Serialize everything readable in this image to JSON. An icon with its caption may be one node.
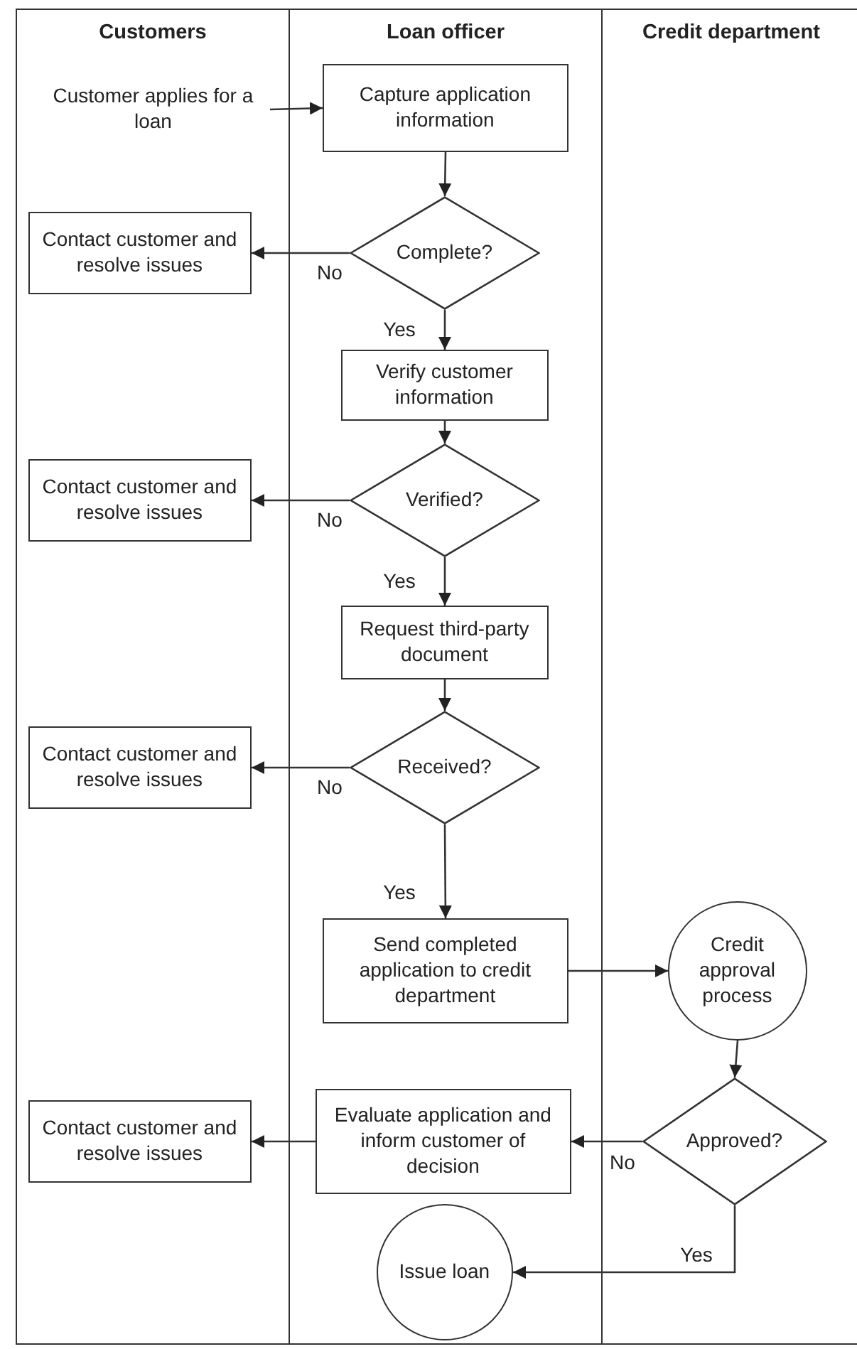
{
  "diagram": {
    "nodes": [
      {
        "text": [
          "Customers"
        ]
      },
      {
        "text": [
          "Loan officer"
        ]
      },
      {
        "text": [
          "Credit department"
        ]
      },
      {
        "text": [
          "Customer applies for a loan"
        ],
        "in": 0
      },
      {
        "text": [
          "Capture application information"
        ],
        "in": 1
      },
      {
        "text": [
          "Complete?"
        ],
        "in": 1
      },
      {
        "text": [
          "Contact customer and resolve issues"
        ],
        "in": 0
      },
      {
        "text": [
          "Verify customer information"
        ],
        "in": 1
      },
      {
        "text": [
          "Verified?"
        ],
        "in": 1
      },
      {
        "text": [
          "Contact customer and resolve issues"
        ],
        "in": 0
      },
      {
        "text": [
          "Request third-party document"
        ],
        "in": 1
      },
      {
        "text": [
          "Received?"
        ],
        "in": 1
      },
      {
        "text": [
          "Contact customer and resolve issues"
        ],
        "in": 0
      },
      {
        "text": [
          "Send completed application to credit department"
        ],
        "in": 1
      },
      {
        "text": [
          "Credit approval process"
        ],
        "in": 2
      },
      {
        "text": [
          "Approved?"
        ],
        "in": 2
      },
      {
        "text": [
          "Evaluate application and inform customer of decision"
        ],
        "in": 1
      },
      {
        "text": [
          "Contact customer and resolve issues"
        ],
        "in": 0
      },
      {
        "text": [
          "Issue loan"
        ],
        "in": 1
      }
    ],
    "edges": [
      {
        "from": 3,
        "to": 4,
        "arrow": "to"
      },
      {
        "from": 4,
        "to": 5,
        "arrow": "to"
      },
      {
        "from": 5,
        "to": 6,
        "arrow": "to",
        "label": "No"
      },
      {
        "from": 5,
        "to": 7,
        "arrow": "to",
        "label": "Yes"
      },
      {
        "from": 7,
        "to": 8,
        "arrow": "to"
      },
      {
        "from": 8,
        "to": 9,
        "arrow": "to",
        "label": "No"
      },
      {
        "from": 8,
        "to": 10,
        "arrow": "to",
        "label": "Yes"
      },
      {
        "from": 10,
        "to": 11,
        "arrow": "to"
      },
      {
        "from": 11,
        "to": 12,
        "arrow": "to",
        "label": "No"
      },
      {
        "from": 11,
        "to": 13,
        "arrow": "to",
        "label": "Yes"
      },
      {
        "from": 13,
        "to": 14,
        "arrow": "to"
      },
      {
        "from": 14,
        "to": 15,
        "arrow": "to"
      },
      {
        "from": 15,
        "to": 16,
        "arrow": "to",
        "label": "No"
      },
      {
        "from": 16,
        "to": 17,
        "arrow": "to"
      },
      {
        "from": 15,
        "to": 18,
        "arrow": "to",
        "label": "Yes"
      }
    ]
  }
}
